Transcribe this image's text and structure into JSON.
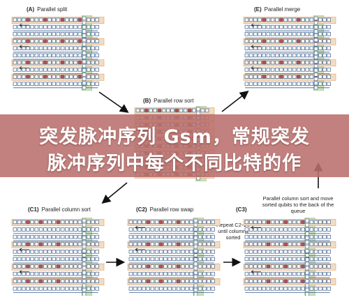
{
  "panels": {
    "a": {
      "letter": "(A)",
      "title": "Parallel split"
    },
    "e": {
      "letter": "(E)",
      "title": "Parallel merge"
    },
    "b": {
      "letter": "(B)",
      "title": "Parallel row sort"
    },
    "c1": {
      "letter": "(C1)",
      "title": "Parallel column sort"
    },
    "c2": {
      "letter": "(C2)",
      "title": "Parallel row swap"
    },
    "c3": {
      "letter": "(C3)",
      "title": "Parallel column sort and move sorted qubits to the back of the queue"
    }
  },
  "repeat_note": "Repeat C2-C3 until columns sorted",
  "banner": {
    "line1": "突发脉冲序列 Gsm，常规突发",
    "line2": "脉冲序列中每个不同比特的作"
  },
  "colors": {
    "row_tint": "#f3dcc2",
    "row_border": "#d9a16a",
    "column_tint": "#cfe2b8",
    "column_border": "#8fb46a",
    "qubit_fill": "#c94a3c",
    "grid_line": "#3b5f8c",
    "banner": "#b9706c"
  }
}
